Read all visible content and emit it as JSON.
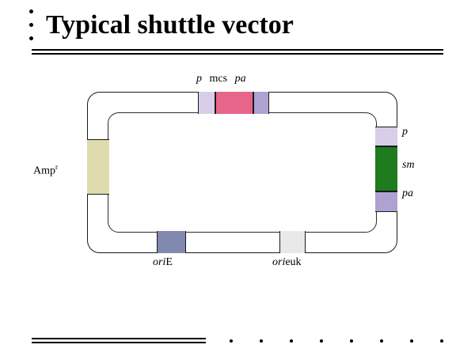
{
  "slide": {
    "title": "Typical shuttle vector",
    "title_bullets": [
      "bullet",
      "bullet",
      "bullet"
    ],
    "footer_dots_count": 8
  },
  "diagram": {
    "name": "plasmid-shuttle-vector-map",
    "top_label": {
      "promoter": "p",
      "mcs": "mcs",
      "polyA": "pa"
    },
    "segments": [
      {
        "key": "promoter_top",
        "label": "p",
        "color": "#D8CEE8",
        "position": "top"
      },
      {
        "key": "mcs",
        "label": "mcs",
        "color": "#E8658A",
        "position": "top"
      },
      {
        "key": "polya_top",
        "label": "pa",
        "color": "#AEA2D0",
        "position": "top"
      },
      {
        "key": "ampr",
        "label": "Amp",
        "superscript": "r",
        "color": "#DEDCAE",
        "position": "left"
      },
      {
        "key": "promoter_right",
        "label": "p",
        "color": "#D8CEE8",
        "position": "right"
      },
      {
        "key": "sm",
        "label": "sm",
        "color": "#1E7B1E",
        "position": "right"
      },
      {
        "key": "polya_right",
        "label": "pa",
        "color": "#AEA2D0",
        "position": "right"
      },
      {
        "key": "ori_e",
        "label_italic": "ori",
        "label_upright": "E",
        "color": "#8289AE",
        "position": "bottom"
      },
      {
        "key": "ori_euk",
        "label_italic": "ori",
        "label_upright": "euk",
        "color": "#E9E9E9",
        "position": "bottom"
      }
    ],
    "labels": {
      "ampr_base": "Amp",
      "ampr_sup": "r",
      "right_p": "p",
      "right_sm": "sm",
      "right_pa": "pa",
      "ori_italic": "ori",
      "ori_e_upright": "E",
      "ori_euk_upright": "euk"
    },
    "colors": {
      "outline": "#1a1a1a",
      "promoter": "#D8CEE8",
      "mcs": "#E8658A",
      "polya": "#AEA2D0",
      "ampr": "#DEDCAE",
      "sm": "#1E7B1E",
      "ori_e": "#8289AE",
      "ori_euk": "#E9E9E9",
      "background": "#FFFFFF"
    }
  }
}
